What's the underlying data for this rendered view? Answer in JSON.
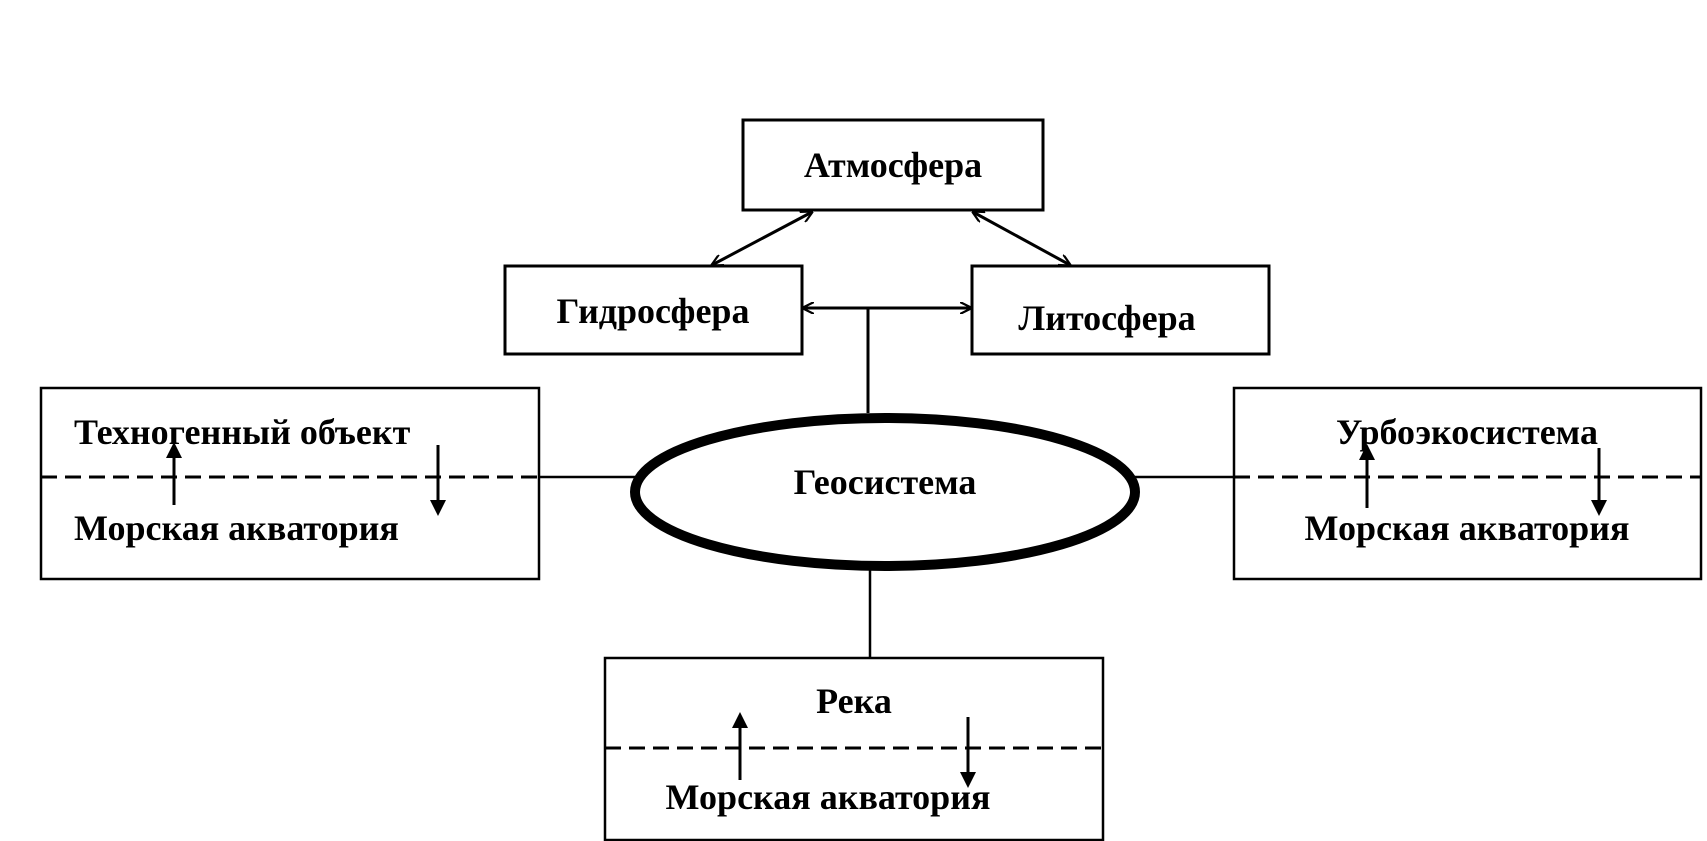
{
  "nodes": {
    "atmosphere": "Атмосфера",
    "hydrosphere": "Гидросфера",
    "lithosphere": "Литосфера",
    "geosystem": "Геосистема"
  },
  "panels": {
    "left": {
      "top": "Техногенный объект",
      "bottom": "Морская акватория"
    },
    "right": {
      "top": "Урбоэкосистема",
      "bottom": "Морская акватория"
    },
    "bottom": {
      "top": "Река",
      "bottom": "Морская акватория"
    }
  },
  "colors": {
    "stroke": "#000000",
    "background": "#ffffff"
  }
}
